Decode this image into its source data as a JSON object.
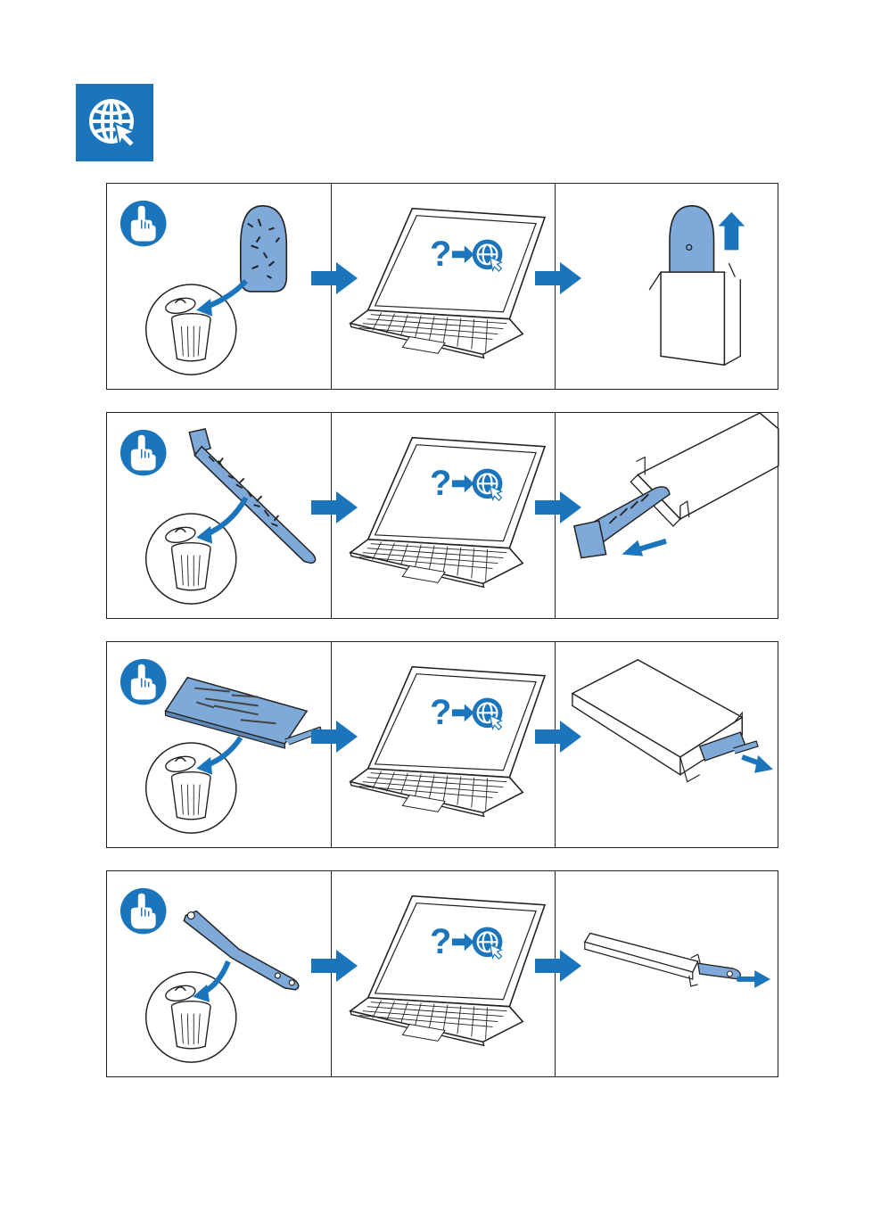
{
  "page": {
    "header_icon": "globe-cursor-icon",
    "colors": {
      "brand_blue": "#1b75bc",
      "part_blue": "#7ea9d8",
      "outline": "#222222"
    }
  },
  "rows": [
    {
      "part": "filter-unit",
      "step1_icon": "hand-pointer-icon",
      "step2_icon": "laptop-web-icon",
      "step3_icon": "filter-unboxing-icon"
    },
    {
      "part": "brush-roll",
      "step1_icon": "hand-pointer-icon",
      "step2_icon": "laptop-web-icon",
      "step3_icon": "brush-unboxing-icon"
    },
    {
      "part": "mop-pad",
      "step1_icon": "hand-pointer-icon",
      "step2_icon": "laptop-web-icon",
      "step3_icon": "pad-unboxing-icon"
    },
    {
      "part": "side-arm",
      "step1_icon": "hand-pointer-icon",
      "step2_icon": "laptop-web-icon",
      "step3_icon": "arm-unboxing-icon"
    }
  ],
  "laptop_screen": {
    "symbol": "?"
  }
}
